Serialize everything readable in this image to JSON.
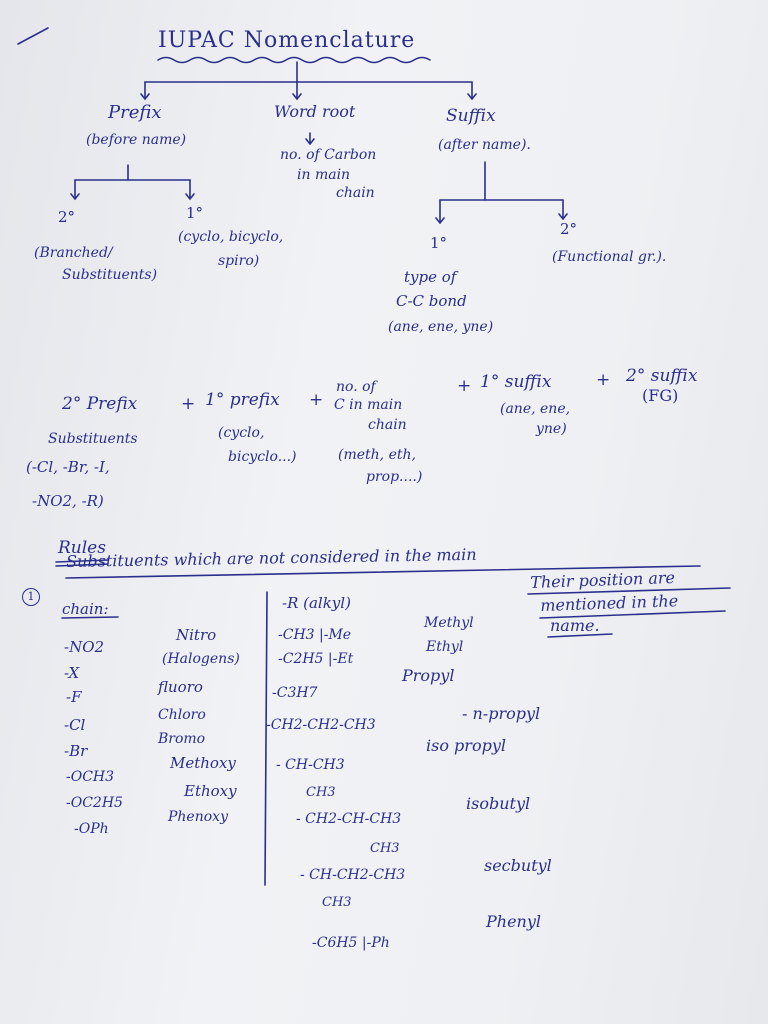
{
  "title": "IUPAC Nomenclature",
  "tree": {
    "prefix": {
      "label": "Prefix",
      "sub": "(before name)"
    },
    "word_root": {
      "label": "Word root",
      "sub1": "no. of Carbon",
      "sub2": "in main",
      "sub3": "chain"
    },
    "suffix": {
      "label": "Suffix",
      "sub": "(after name)."
    },
    "sec_prefix": {
      "degree": "2°",
      "desc1": "(Branched/",
      "desc2": "Substituents)"
    },
    "pri_prefix": {
      "degree": "1°",
      "desc1": "(cyclo, bicyclo,",
      "desc2": "spiro)"
    },
    "pri_suffix": {
      "degree": "1°",
      "desc1": "type of",
      "desc2": "C-C bond",
      "desc3": "(ane, ene, yne)"
    },
    "sec_suffix": {
      "degree": "2°",
      "desc": "(Functional gr.)."
    }
  },
  "formula": {
    "part1": "2° Prefix",
    "plus1": "+",
    "part2": "1° prefix",
    "plus2": "+",
    "part3a": "no. of",
    "part3b": "C in main",
    "part3c": "chain",
    "plus3": "+",
    "part4": "1° suffix",
    "plus4": "+",
    "part5": "2° suffix",
    "fg": "(FG)",
    "sub_a1": "Substituents",
    "sub_a2": "(-Cl, -Br, -I,",
    "sub_a3": "-NO2, -R)",
    "sub_b1": "(cyclo,",
    "sub_b2": "bicyclo...)",
    "sub_c1": "(meth, eth,",
    "sub_c2": "prop....)",
    "sub_d1": "(ane, ene,",
    "sub_d2": "yne)"
  },
  "rules": {
    "heading": "Rules",
    "rule1_num": "1",
    "rule1_line1": "Substituents which are not considered in the main",
    "rule1_line2": "chain:",
    "note1": "Their position are",
    "note2": "mentioned in the",
    "note3": "name."
  },
  "left_groups": [
    {
      "formula": "-NO2",
      "name": "Nitro"
    },
    {
      "formula": "-X",
      "name": "(Halogens)"
    },
    {
      "formula": "-F",
      "name": "fluoro"
    },
    {
      "formula": "-Cl",
      "name": "Chloro"
    },
    {
      "formula": "-Br",
      "name": "Bromo"
    },
    {
      "formula": "-OCH3",
      "name": "Methoxy"
    },
    {
      "formula": "-OC2H5",
      "name": "Ethoxy"
    },
    {
      "formula": "-OPh",
      "name": "Phenoxy"
    }
  ],
  "right_groups": {
    "alkyl": "-R (alkyl)",
    "methyl_f": "-CH3 |-Me",
    "methyl_n": "Methyl",
    "ethyl_f": "-C2H5 |-Et",
    "ethyl_n": "Ethyl",
    "propyl_n": "Propyl",
    "propyl_f": "-C3H7",
    "npropyl_f": "-CH2-CH2-CH3",
    "npropyl_n": "- n-propyl",
    "iso_f1": "- CH-CH3",
    "iso_f2": "CH3",
    "iso_n": "iso propyl",
    "isobutyl_f1": "- CH2-CH-CH3",
    "isobutyl_f2": "CH3",
    "isobutyl_n": "isobutyl",
    "secbutyl_f1": "- CH-CH2-CH3",
    "secbutyl_f2": "CH3",
    "secbutyl_n": "secbutyl",
    "phenyl_f": "-C6H5 |-Ph",
    "phenyl_n": "Phenyl"
  }
}
